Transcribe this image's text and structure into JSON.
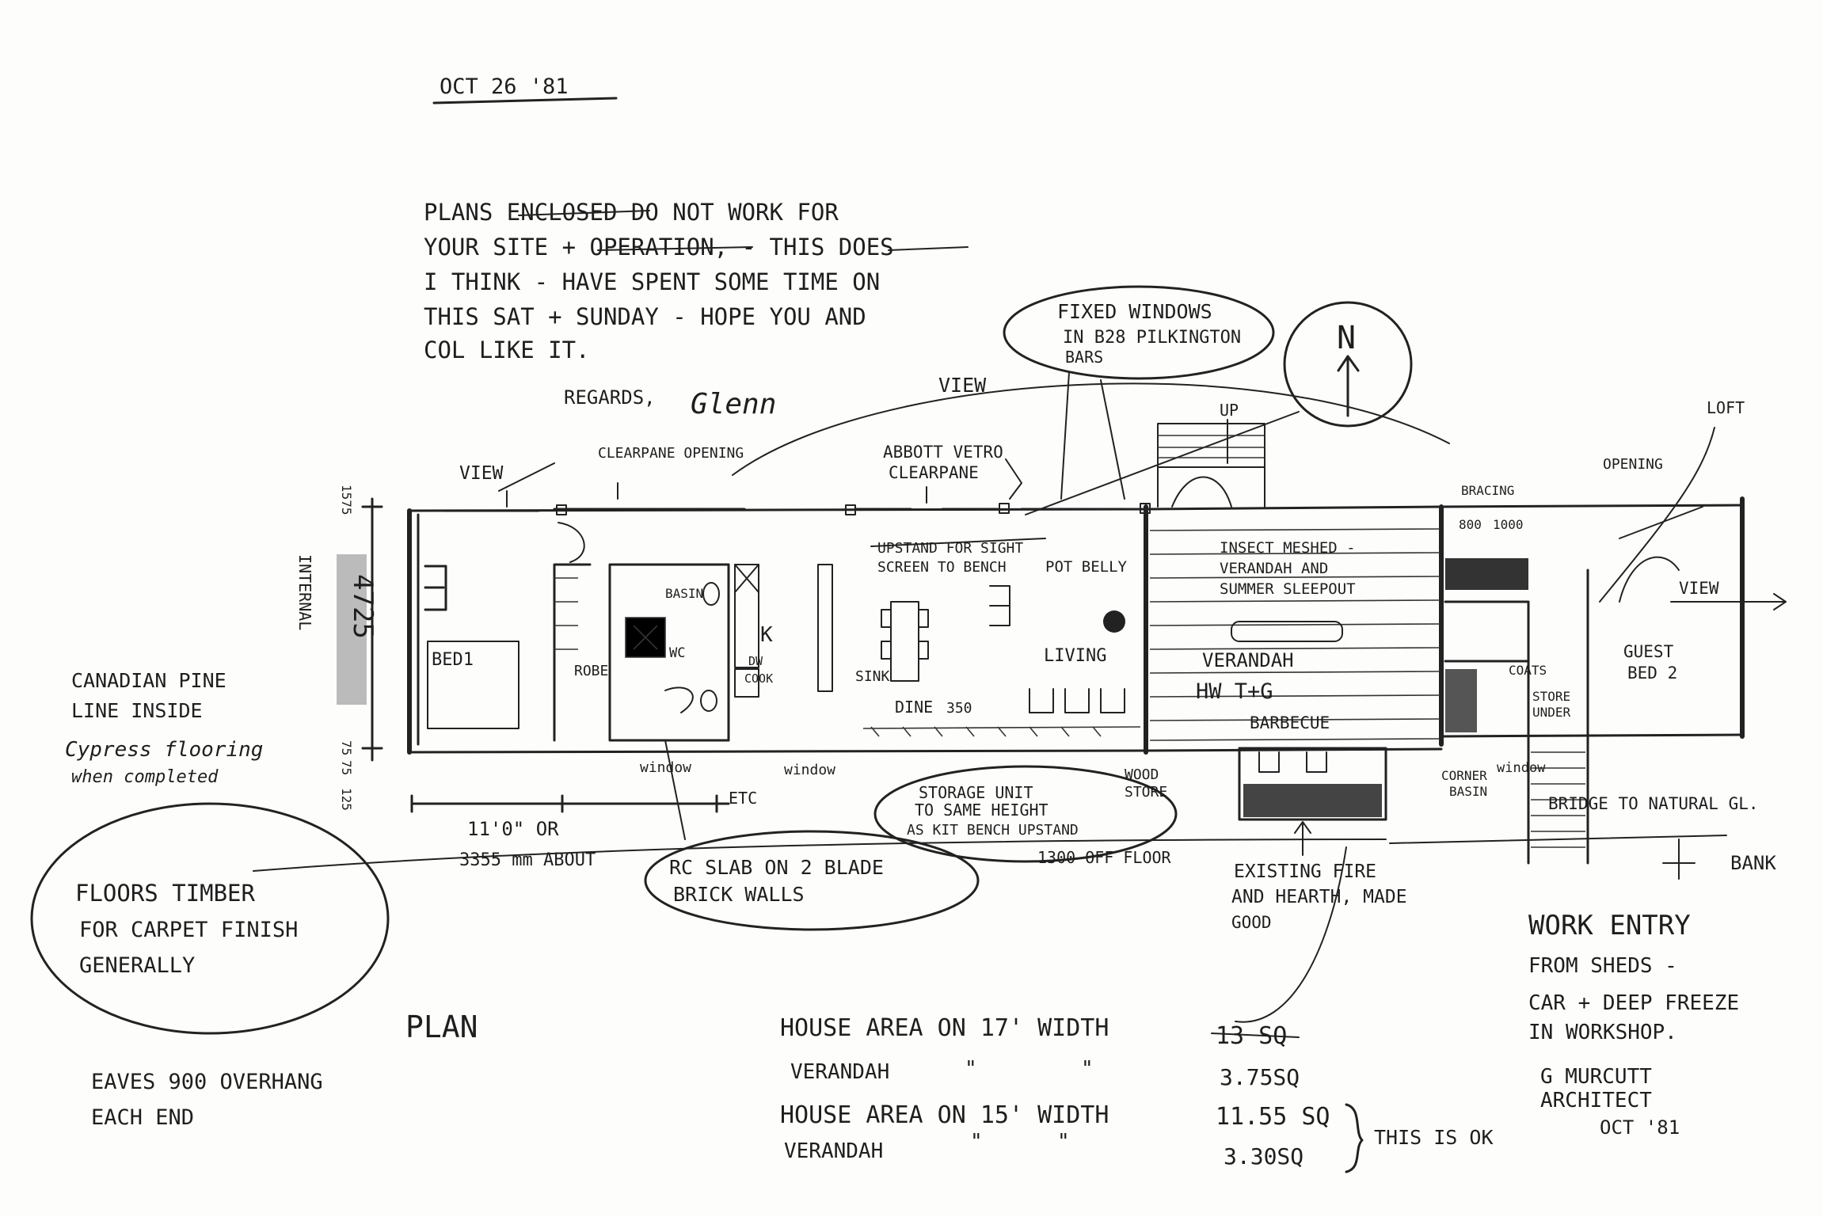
{
  "sketch": {
    "date": "OCT 26 '81",
    "note": [
      "PLANS ENCLOSED DO NOT WORK FOR",
      "YOUR SITE + OPERATION, - THIS DOES",
      "I THINK - HAVE SPENT SOME TIME ON",
      "THIS SAT + SUNDAY - HOPE YOU AND",
      "COL LIKE IT."
    ],
    "regards": "REGARDS,",
    "signature": "Glenn",
    "labels": {
      "view_top": "VIEW",
      "view_left": "VIEW",
      "view_right": "VIEW",
      "clearpane": "CLEARPANE OPENING",
      "abbott_1": "ABBOTT VETRO",
      "abbott_2": "CLEARPANE",
      "fixed_1": "FIXED WINDOWS",
      "fixed_2": "IN B28 PILKINGTON",
      "fixed_3": "BARS",
      "north": "N",
      "up": "UP",
      "loft": "LOFT",
      "bracing": "BRACING",
      "opening": "OPENING",
      "upstand_1": "UPSTAND FOR SIGHT",
      "upstand_2": "SCREEN TO BENCH",
      "pot_belly": "POT BELLY",
      "insect_1": "INSECT MESHED -",
      "insect_2": "VERANDAH AND",
      "insect_3": "SUMMER SLEEPOUT",
      "dim_800": "800",
      "dim_1000": "1000",
      "bed1": "BED1",
      "robe": "ROBE",
      "basin": "BASIN",
      "wc": "WC",
      "dw": "DW",
      "cook": "COOK",
      "k": "K",
      "sink": "SINK",
      "living": "LIVING",
      "dine": "DINE",
      "dim_350": "350",
      "verandah": "VERANDAH",
      "hwtg": "HW T+G",
      "barbecue": "BARBECUE",
      "coats": "COATS",
      "store_1": "STORE",
      "store_2": "UNDER",
      "guest_1": "GUEST",
      "guest_2": "BED 2",
      "internal": "INTERNAL",
      "dim_4725": "4725",
      "dim_1575": "1575",
      "dim_75a": "75",
      "dim_75b": "75",
      "dim_125": "125",
      "window_1": "window",
      "window_2": "window",
      "window_3": "window",
      "etc": "ETC",
      "storage_1": "STORAGE UNIT",
      "storage_2": "TO SAME HEIGHT",
      "storage_3": "AS KIT BENCH UPSTAND",
      "off_floor": "1300 OFF FLOOR",
      "wood_1": "WOOD",
      "wood_2": "STORE",
      "corner_1": "CORNER",
      "corner_2": "BASIN",
      "bridge": "BRIDGE TO NATURAL GL.",
      "bank": "BANK",
      "canadian_1": "CANADIAN PINE",
      "canadian_2": "LINE INSIDE",
      "canadian_3": "Cypress flooring",
      "canadian_4": "when completed",
      "dim_11": "11'0\" OR",
      "dim_3355": "3355 mm ABOUT",
      "rc_1": "RC SLAB ON 2 BLADE",
      "rc_2": "BRICK WALLS",
      "fire_1": "EXISTING FIRE",
      "fire_2": "AND HEARTH, MADE",
      "fire_3": "GOOD",
      "floors_1": "FLOORS TIMBER",
      "floors_2": "FOR CARPET FINISH",
      "floors_3": "GENERALLY",
      "work_1": "WORK ENTRY",
      "work_2": "FROM SHEDS -",
      "work_3": "CAR + DEEP FREEZE",
      "work_4": "IN WORKSHOP.",
      "plan": "PLAN",
      "eaves_1": "EAVES 900 OVERHANG",
      "eaves_2": "EACH END",
      "area_1": "HOUSE AREA ON 17' WIDTH",
      "area_1v": "13 SQ",
      "area_2": "VERANDAH",
      "area_2v": "3.75SQ",
      "area_3": "HOUSE AREA ON 15' WIDTH",
      "area_3v": "11.55 SQ",
      "area_4": "VERANDAH",
      "area_4v": "3.30SQ",
      "ditto": "\"",
      "this_ok": "THIS IS OK",
      "credit_1": "G MURCUTT",
      "credit_2": "ARCHITECT",
      "credit_3": "OCT '81"
    }
  }
}
